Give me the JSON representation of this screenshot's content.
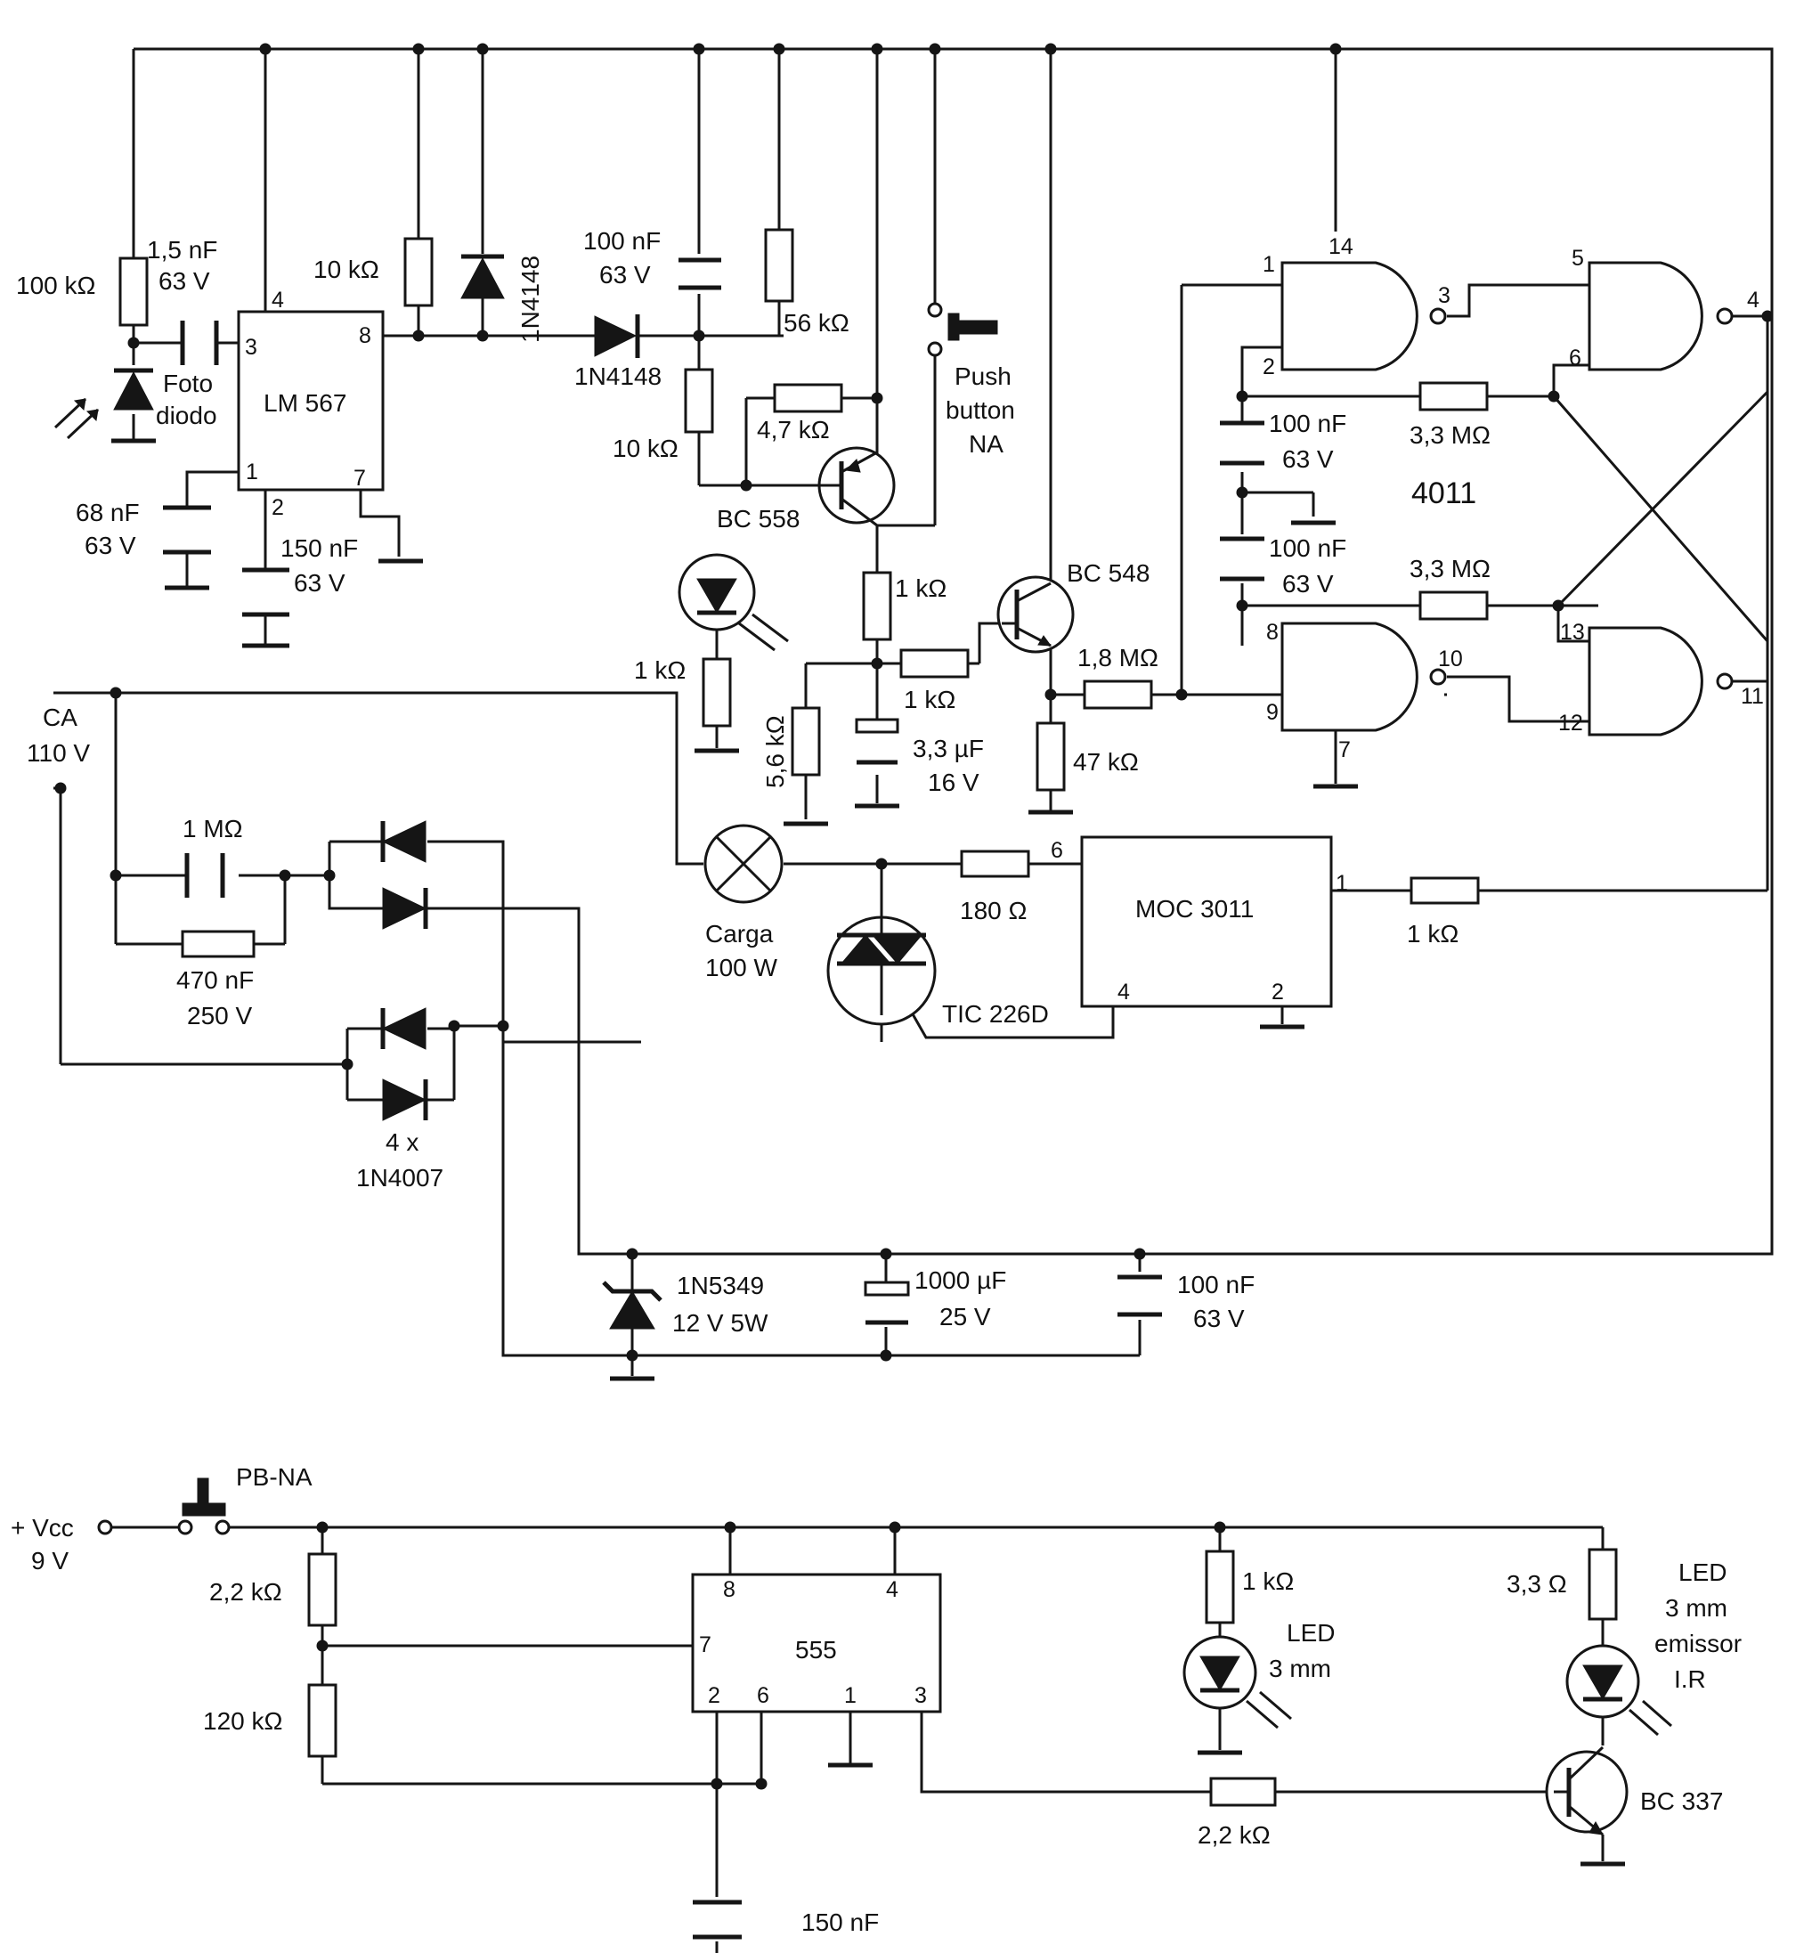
{
  "colors": {
    "ink": "#151515",
    "paper": "#ffffff"
  },
  "components": {
    "r_100k": "100 kΩ",
    "c_1n5": "1,5 nF",
    "c_1n5_v": "63 V",
    "photodiode_1": "Foto",
    "photodiode_2": "diodo",
    "lm567": "LM 567",
    "lm567_pins": [
      "4",
      "3",
      "8",
      "1",
      "2",
      "7"
    ],
    "r_10k_top": "10 kΩ",
    "d_1n4148_v": "1N4148",
    "d_1n4148_h": "1N4148",
    "c_100n_top": "100 nF",
    "c_100n_top_v": "63 V",
    "r_56k": "56 kΩ",
    "r_10k_mid": "10 kΩ",
    "r_4k7": "4,7 kΩ",
    "q_bc558": "BC 558",
    "push_1": "Push",
    "push_2": "button",
    "push_3": "NA",
    "c_68n": "68 nF",
    "c_68n_v": "63 V",
    "c_150n": "150 nF",
    "c_150n_v": "63 V",
    "r_1k_led": "1 kΩ",
    "r_1k_col": "1 kΩ",
    "r_1k_base": "1 kΩ",
    "q_bc548": "BC 548",
    "r_5k6": "5,6 kΩ",
    "c_3u3": "3,3 µF",
    "c_3u3_v": "16 V",
    "r_1m8": "1,8 MΩ",
    "r_47k": "47 kΩ",
    "ic_4011": "4011",
    "gate_pins": [
      "1",
      "14",
      "2",
      "3",
      "5",
      "4",
      "6",
      "8",
      "9",
      "7",
      "10",
      "13",
      "12",
      "11"
    ],
    "c_100n_a": "100 nF",
    "c_100n_a_v": "63 V",
    "c_100n_b": "100 nF",
    "c_100n_b_v": "63 V",
    "r_3m3_a": "3,3 MΩ",
    "r_3m3_b": "3,3 MΩ",
    "ca_label": "CA",
    "ca_voltage": "110 V",
    "c_1m": "1 MΩ",
    "r_470n": "470 nF",
    "r_470n_v": "250 V",
    "diodes_qty": "4 x",
    "diodes_type": "1N4007",
    "lamp_1": "Carga",
    "lamp_2": "100 W",
    "r_180": "180 Ω",
    "moc": "MOC 3011",
    "moc_pins": [
      "6",
      "1",
      "4",
      "2"
    ],
    "r_1k_moc": "1 kΩ",
    "triac": "TIC 226D",
    "zener": "1N5349",
    "zener_v": "12 V 5W",
    "c_1000u": "1000 µF",
    "c_1000u_v": "25 V",
    "c_100n_psu": "100 nF",
    "c_100n_psu_v": "63 V",
    "pbna": "PB-NA",
    "vcc": "+ Vcc",
    "vcc_v": "9 V",
    "r_2k2_top": "2,2 kΩ",
    "r_120k": "120 kΩ",
    "ic_555": "555",
    "ic_555_pins": [
      "8",
      "4",
      "7",
      "2",
      "6",
      "1",
      "3"
    ],
    "c_150n_555": "150 nF",
    "r_1k_led2": "1 kΩ",
    "led_1": "LED",
    "led_2": "3 mm",
    "r_2k2_base": "2,2 kΩ",
    "r_3r3": "3,3 Ω",
    "led_ir_1": "LED",
    "led_ir_2": "3 mm",
    "led_ir_3": "emissor",
    "led_ir_4": "I.R",
    "q_bc337": "BC 337"
  }
}
